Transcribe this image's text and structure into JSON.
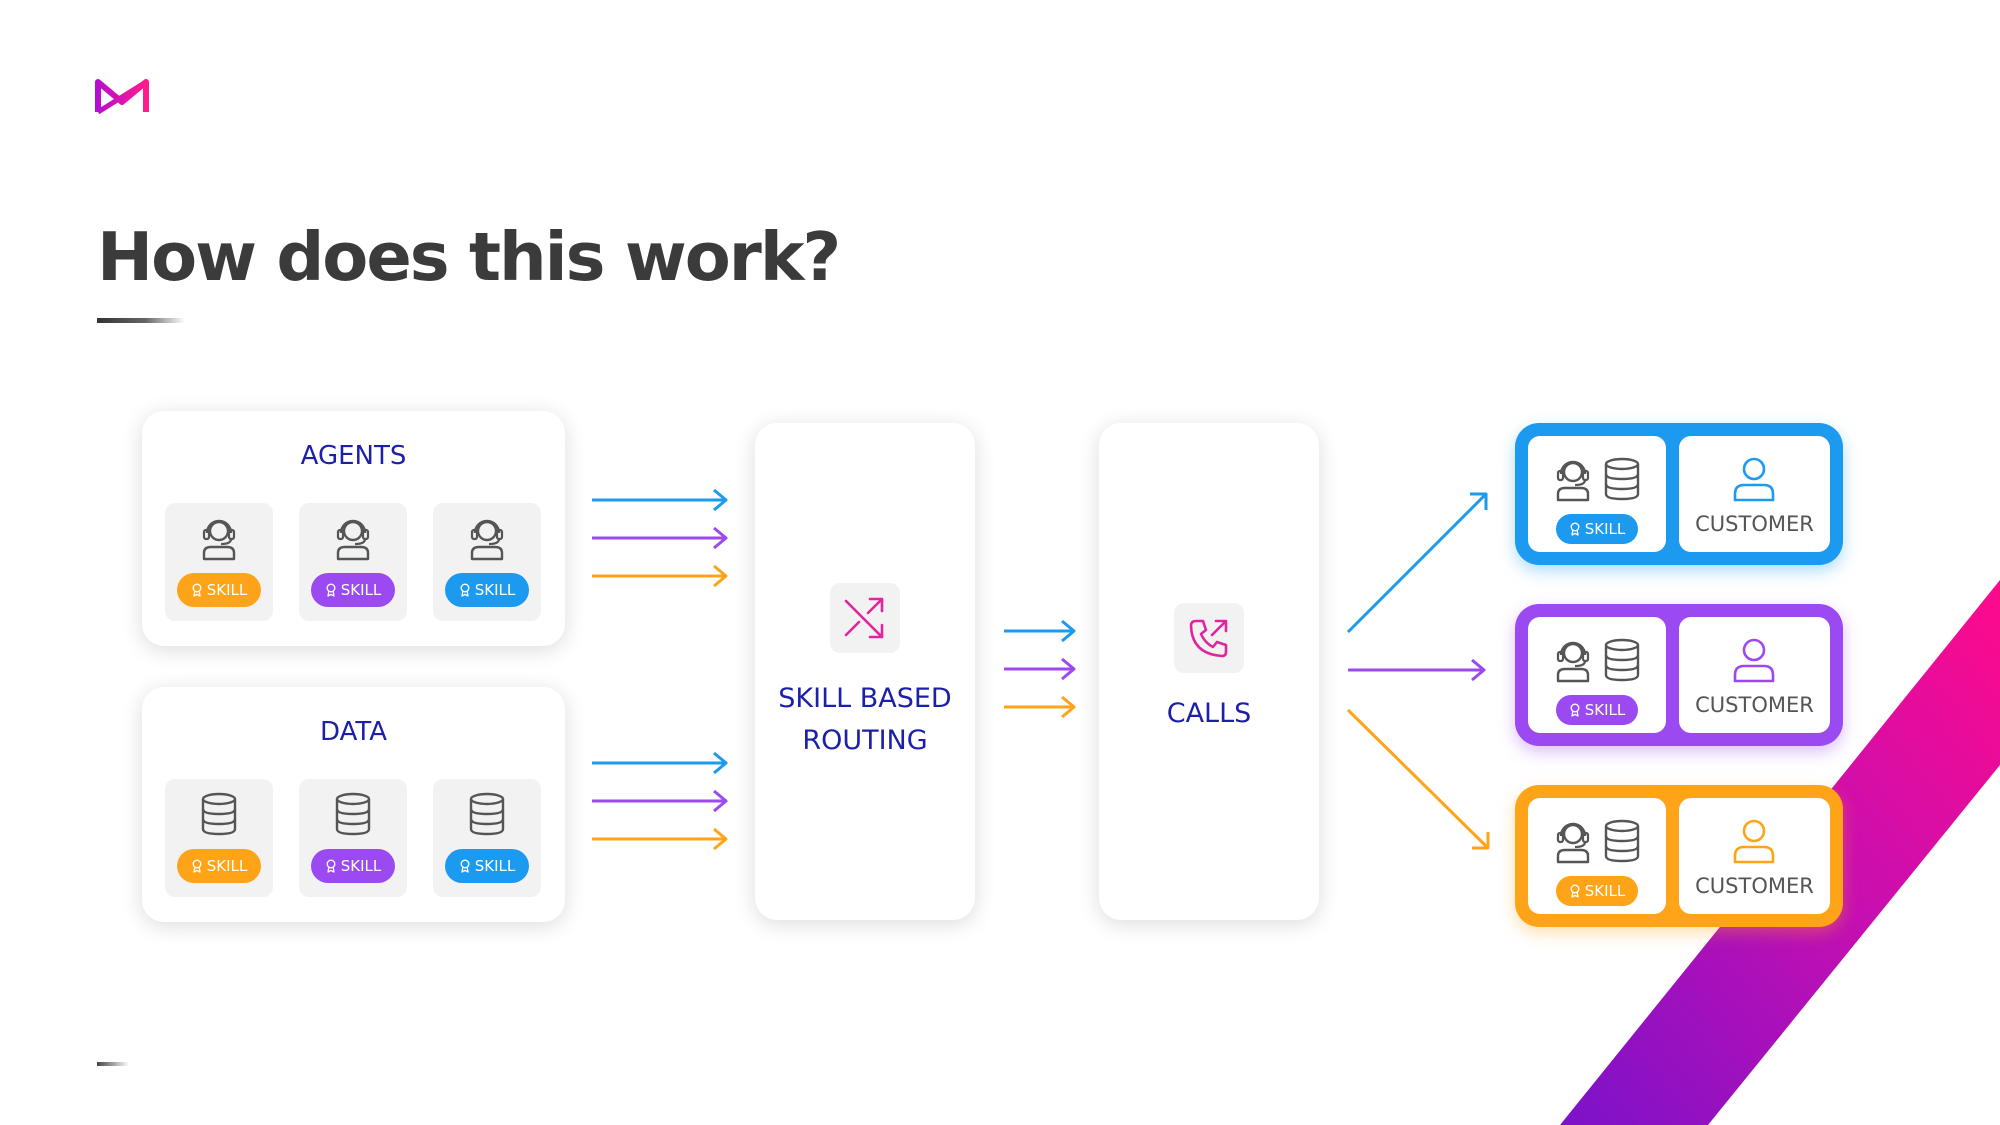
{
  "title": "How does this work?",
  "agents": {
    "label": "AGENTS",
    "skills": [
      "SKILL",
      "SKILL",
      "SKILL"
    ]
  },
  "data": {
    "label": "DATA",
    "skills": [
      "SKILL",
      "SKILL",
      "SKILL"
    ]
  },
  "routing": {
    "line1": "SKILL BASED",
    "line2": "ROUTING"
  },
  "calls": {
    "label": "CALLS"
  },
  "results": [
    {
      "skill": "SKILL",
      "customer": "CUSTOMER",
      "color": "#1b9aef"
    },
    {
      "skill": "SKILL",
      "customer": "CUSTOMER",
      "color": "#9b49f0"
    },
    {
      "skill": "SKILL",
      "customer": "CUSTOMER",
      "color": "#ffa318"
    }
  ],
  "colors": {
    "blue": "#1b9aef",
    "purple": "#9b49f0",
    "orange": "#ffa318",
    "navy": "#1c1fa8",
    "magenta": "#e40aa5"
  },
  "icons": [
    "logo-icon",
    "agent-icon",
    "database-icon",
    "badge-icon",
    "shuffle-icon",
    "phone-icon",
    "customer-icon"
  ]
}
